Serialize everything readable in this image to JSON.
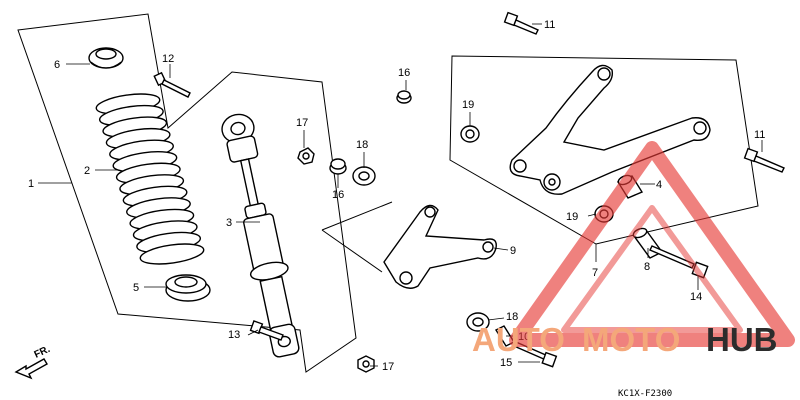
{
  "diagram": {
    "part_numbers": {
      "p1": "1",
      "p2": "2",
      "p3": "3",
      "p4": "4",
      "p5": "5",
      "p6": "6",
      "p7": "7",
      "p8": "8",
      "p9": "9",
      "p10": "10",
      "p11a": "11",
      "p11b": "11",
      "p12": "12",
      "p13": "13",
      "p14": "14",
      "p15": "15",
      "p16a": "16",
      "p16b": "16",
      "p17a": "17",
      "p17b": "17",
      "p18a": "18",
      "p18b": "18",
      "p19a": "19",
      "p19b": "19"
    },
    "front_marker": "FR.",
    "drawing_code": "KC1X-F2300"
  },
  "watermark": {
    "word_auto": "AUTO",
    "word_moto": "MOTO",
    "word_hub": "HUB",
    "color_red": "#e53935",
    "color_orange": "#f4a77a",
    "color_dark": "#2c2c2c"
  }
}
